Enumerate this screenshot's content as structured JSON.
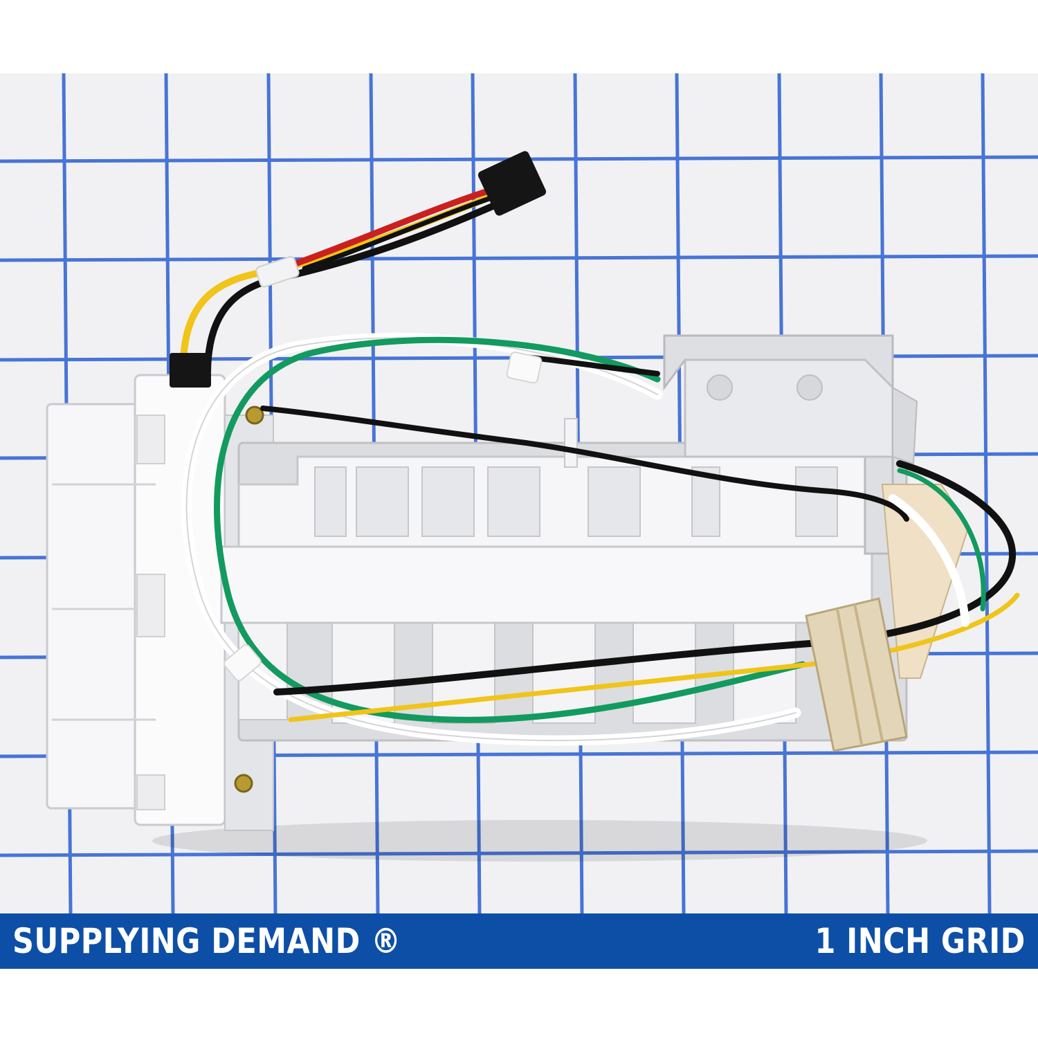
{
  "image": {
    "subject": "icemaker-assembly",
    "background": "blue-grid-paper"
  },
  "banner": {
    "brand": "SUPPLYING DEMAND ®",
    "grid_label": "1 INCH GRID"
  },
  "colors": {
    "banner_blue": "#0d4fa6",
    "grid_line": "#2b5fd0",
    "paper": "#f1f1f3",
    "part_white": "#f7f7f9",
    "part_grey": "#dcdde0",
    "wire_black": "#111111",
    "wire_green": "#139a5e",
    "wire_yellow": "#f0c419",
    "wire_red": "#cc1f1f",
    "connector_beige": "#e3d6b8"
  }
}
